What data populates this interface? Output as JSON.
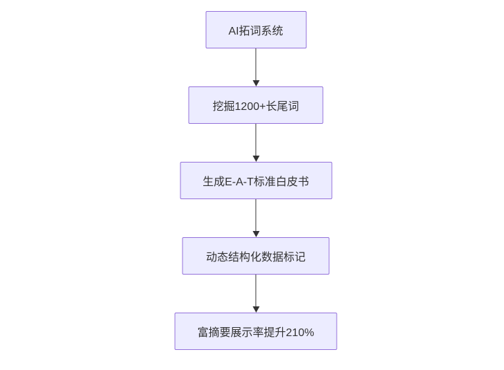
{
  "diagram": {
    "type": "flowchart",
    "direction": "top-down",
    "nodes": [
      {
        "label": "AI拓词系统"
      },
      {
        "label": "挖掘1200+长尾词"
      },
      {
        "label": "生成E-A-T标准白皮书"
      },
      {
        "label": "动态结构化数据标记"
      },
      {
        "label": "富摘要展示率提升210%"
      }
    ],
    "edges": [
      {
        "from": 0,
        "to": 1
      },
      {
        "from": 1,
        "to": 2
      },
      {
        "from": 2,
        "to": 3
      },
      {
        "from": 3,
        "to": 4
      }
    ]
  },
  "colors": {
    "background": "#ffffff",
    "node_fill": "#ececff",
    "node_border": "#9370db",
    "node_text": "#333333",
    "arrow": "#333333"
  }
}
